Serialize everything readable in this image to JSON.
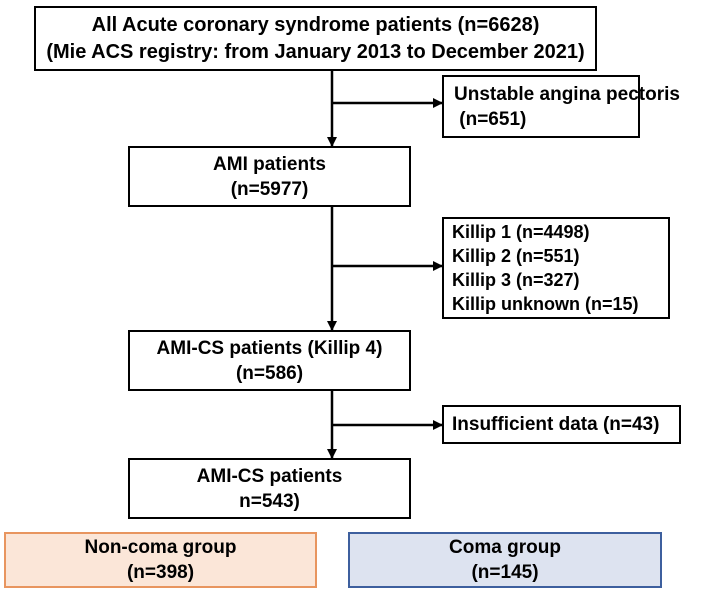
{
  "flowchart": {
    "total": {
      "line1": "All Acute coronary syndrome patients (n=6628)",
      "line2": "(Mie ACS registry: from January 2013 to December 2021)"
    },
    "excluded_uap": {
      "line1": "Unstable angina pectoris",
      "line2": " (n=651)"
    },
    "ami": {
      "line1": "AMI patients",
      "line2": "(n=5977)"
    },
    "excluded_killip": {
      "items": [
        "Killip 1 (n=4498)",
        "Killip 2 (n=551)",
        "Killip 3 (n=327)",
        "Killip unknown (n=15)"
      ]
    },
    "ami_cs": {
      "line1": "AMI-CS patients (Killip 4)",
      "line2": "(n=586)"
    },
    "excluded_insufficient": {
      "line1": "Insufficient data (n=43)"
    },
    "ami_cs_final": {
      "line1": "AMI-CS patients",
      "line2": "n=543)"
    },
    "non_coma": {
      "line1": "Non-coma group",
      "line2": "(n=398)"
    },
    "coma": {
      "line1": "Coma group",
      "line2": "(n=145)"
    }
  },
  "colors": {
    "non_coma_fill": "#fbe6d8",
    "non_coma_border": "#e8955f",
    "coma_fill": "#dde3f0",
    "coma_border": "#3d5f9e",
    "line": "#000000"
  }
}
